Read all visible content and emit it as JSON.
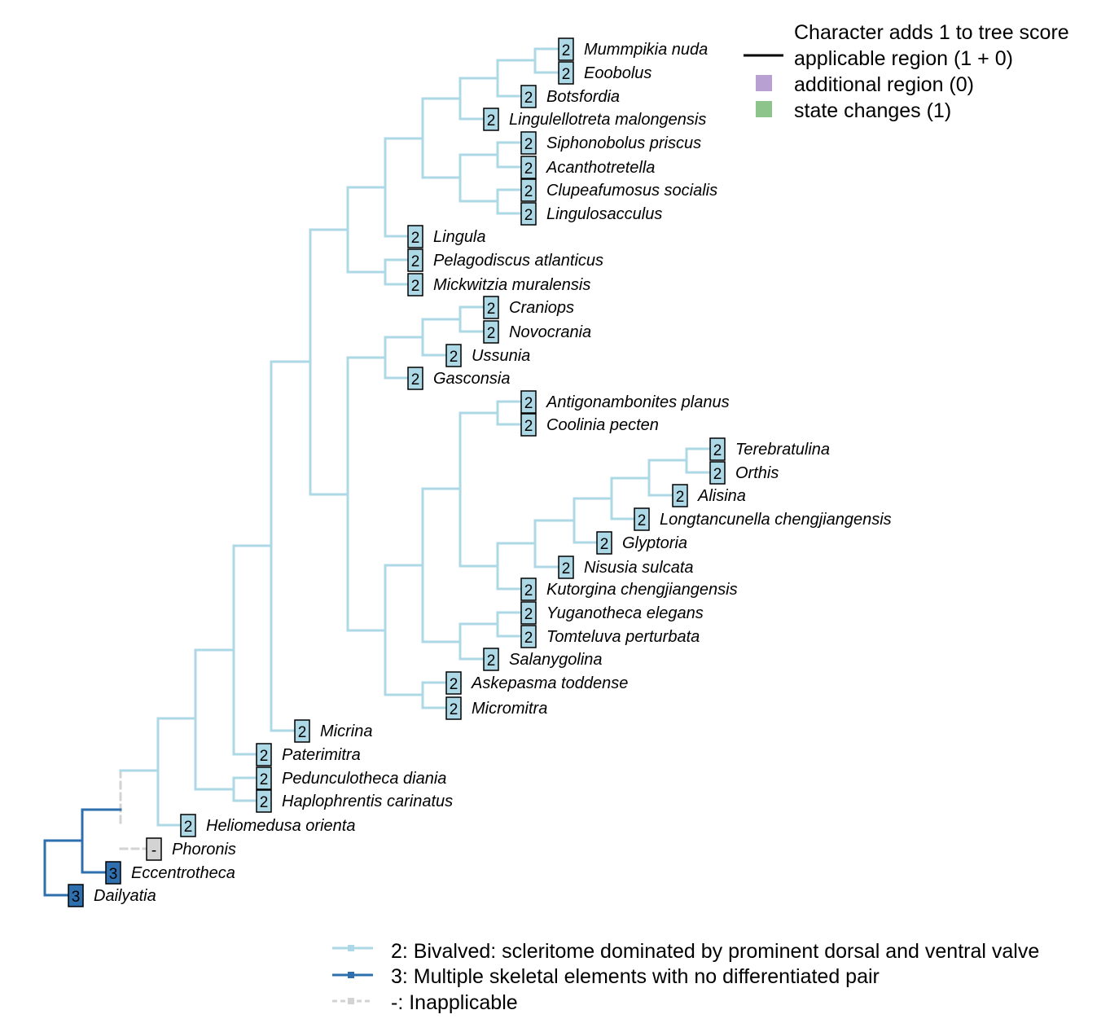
{
  "colors": {
    "state_2": "#add8e6",
    "state_3": "#2e6fae",
    "inapplicable": "#d3d3d3",
    "additional_region": "#b9a0d2",
    "state_changes": "#8cc48c"
  },
  "score_legend": {
    "title": "Character adds 1 to tree score",
    "items": [
      {
        "swatch": "line",
        "label": "applicable region (1 + 0)"
      },
      {
        "swatch": "additional_region",
        "label": "additional region (0)"
      },
      {
        "swatch": "state_changes",
        "label": "state changes (1)"
      }
    ]
  },
  "state_legend": [
    {
      "state": "2",
      "color": "state_2",
      "dashed": false,
      "label": "2: Bivalved: scleritome dominated by prominent dorsal and ventral valve"
    },
    {
      "state": "3",
      "color": "state_3",
      "dashed": false,
      "label": "3: Multiple skeletal elements with no differentiated pair"
    },
    {
      "state": "-",
      "color": "inapplicable",
      "dashed": true,
      "label": "-: Inapplicable"
    }
  ],
  "tips": [
    {
      "name": "Mummpikia nuda",
      "state": "2"
    },
    {
      "name": "Eoobolus",
      "state": "2"
    },
    {
      "name": "Botsfordia",
      "state": "2"
    },
    {
      "name": "Lingulellotreta malongensis",
      "state": "2"
    },
    {
      "name": "Siphonobolus priscus",
      "state": "2"
    },
    {
      "name": "Acanthotretella",
      "state": "2"
    },
    {
      "name": "Clupeafumosus socialis",
      "state": "2"
    },
    {
      "name": "Lingulosacculus",
      "state": "2"
    },
    {
      "name": "Lingula",
      "state": "2"
    },
    {
      "name": "Pelagodiscus atlanticus",
      "state": "2"
    },
    {
      "name": "Mickwitzia muralensis",
      "state": "2"
    },
    {
      "name": "Craniops",
      "state": "2"
    },
    {
      "name": "Novocrania",
      "state": "2"
    },
    {
      "name": "Ussunia",
      "state": "2"
    },
    {
      "name": "Gasconsia",
      "state": "2"
    },
    {
      "name": "Antigonambonites planus",
      "state": "2"
    },
    {
      "name": "Coolinia pecten",
      "state": "2"
    },
    {
      "name": "Terebratulina",
      "state": "2"
    },
    {
      "name": "Orthis",
      "state": "2"
    },
    {
      "name": "Alisina",
      "state": "2"
    },
    {
      "name": "Longtancunella chengjiangensis",
      "state": "2"
    },
    {
      "name": "Glyptoria",
      "state": "2"
    },
    {
      "name": "Nisusia sulcata",
      "state": "2"
    },
    {
      "name": "Kutorgina chengjiangensis",
      "state": "2"
    },
    {
      "name": "Yuganotheca elegans",
      "state": "2"
    },
    {
      "name": "Tomteluva perturbata",
      "state": "2"
    },
    {
      "name": "Salanygolina",
      "state": "2"
    },
    {
      "name": "Askepasma toddense",
      "state": "2"
    },
    {
      "name": "Micromitra",
      "state": "2"
    },
    {
      "name": "Micrina",
      "state": "2"
    },
    {
      "name": "Paterimitra",
      "state": "2"
    },
    {
      "name": "Pedunculotheca diania",
      "state": "2"
    },
    {
      "name": "Haplophrentis carinatus",
      "state": "2"
    },
    {
      "name": "Heliomedusa orienta",
      "state": "2"
    },
    {
      "name": "Phoronis",
      "state": "-"
    },
    {
      "name": "Eccentrotheca",
      "state": "3"
    },
    {
      "name": "Dailyatia",
      "state": "3"
    }
  ]
}
